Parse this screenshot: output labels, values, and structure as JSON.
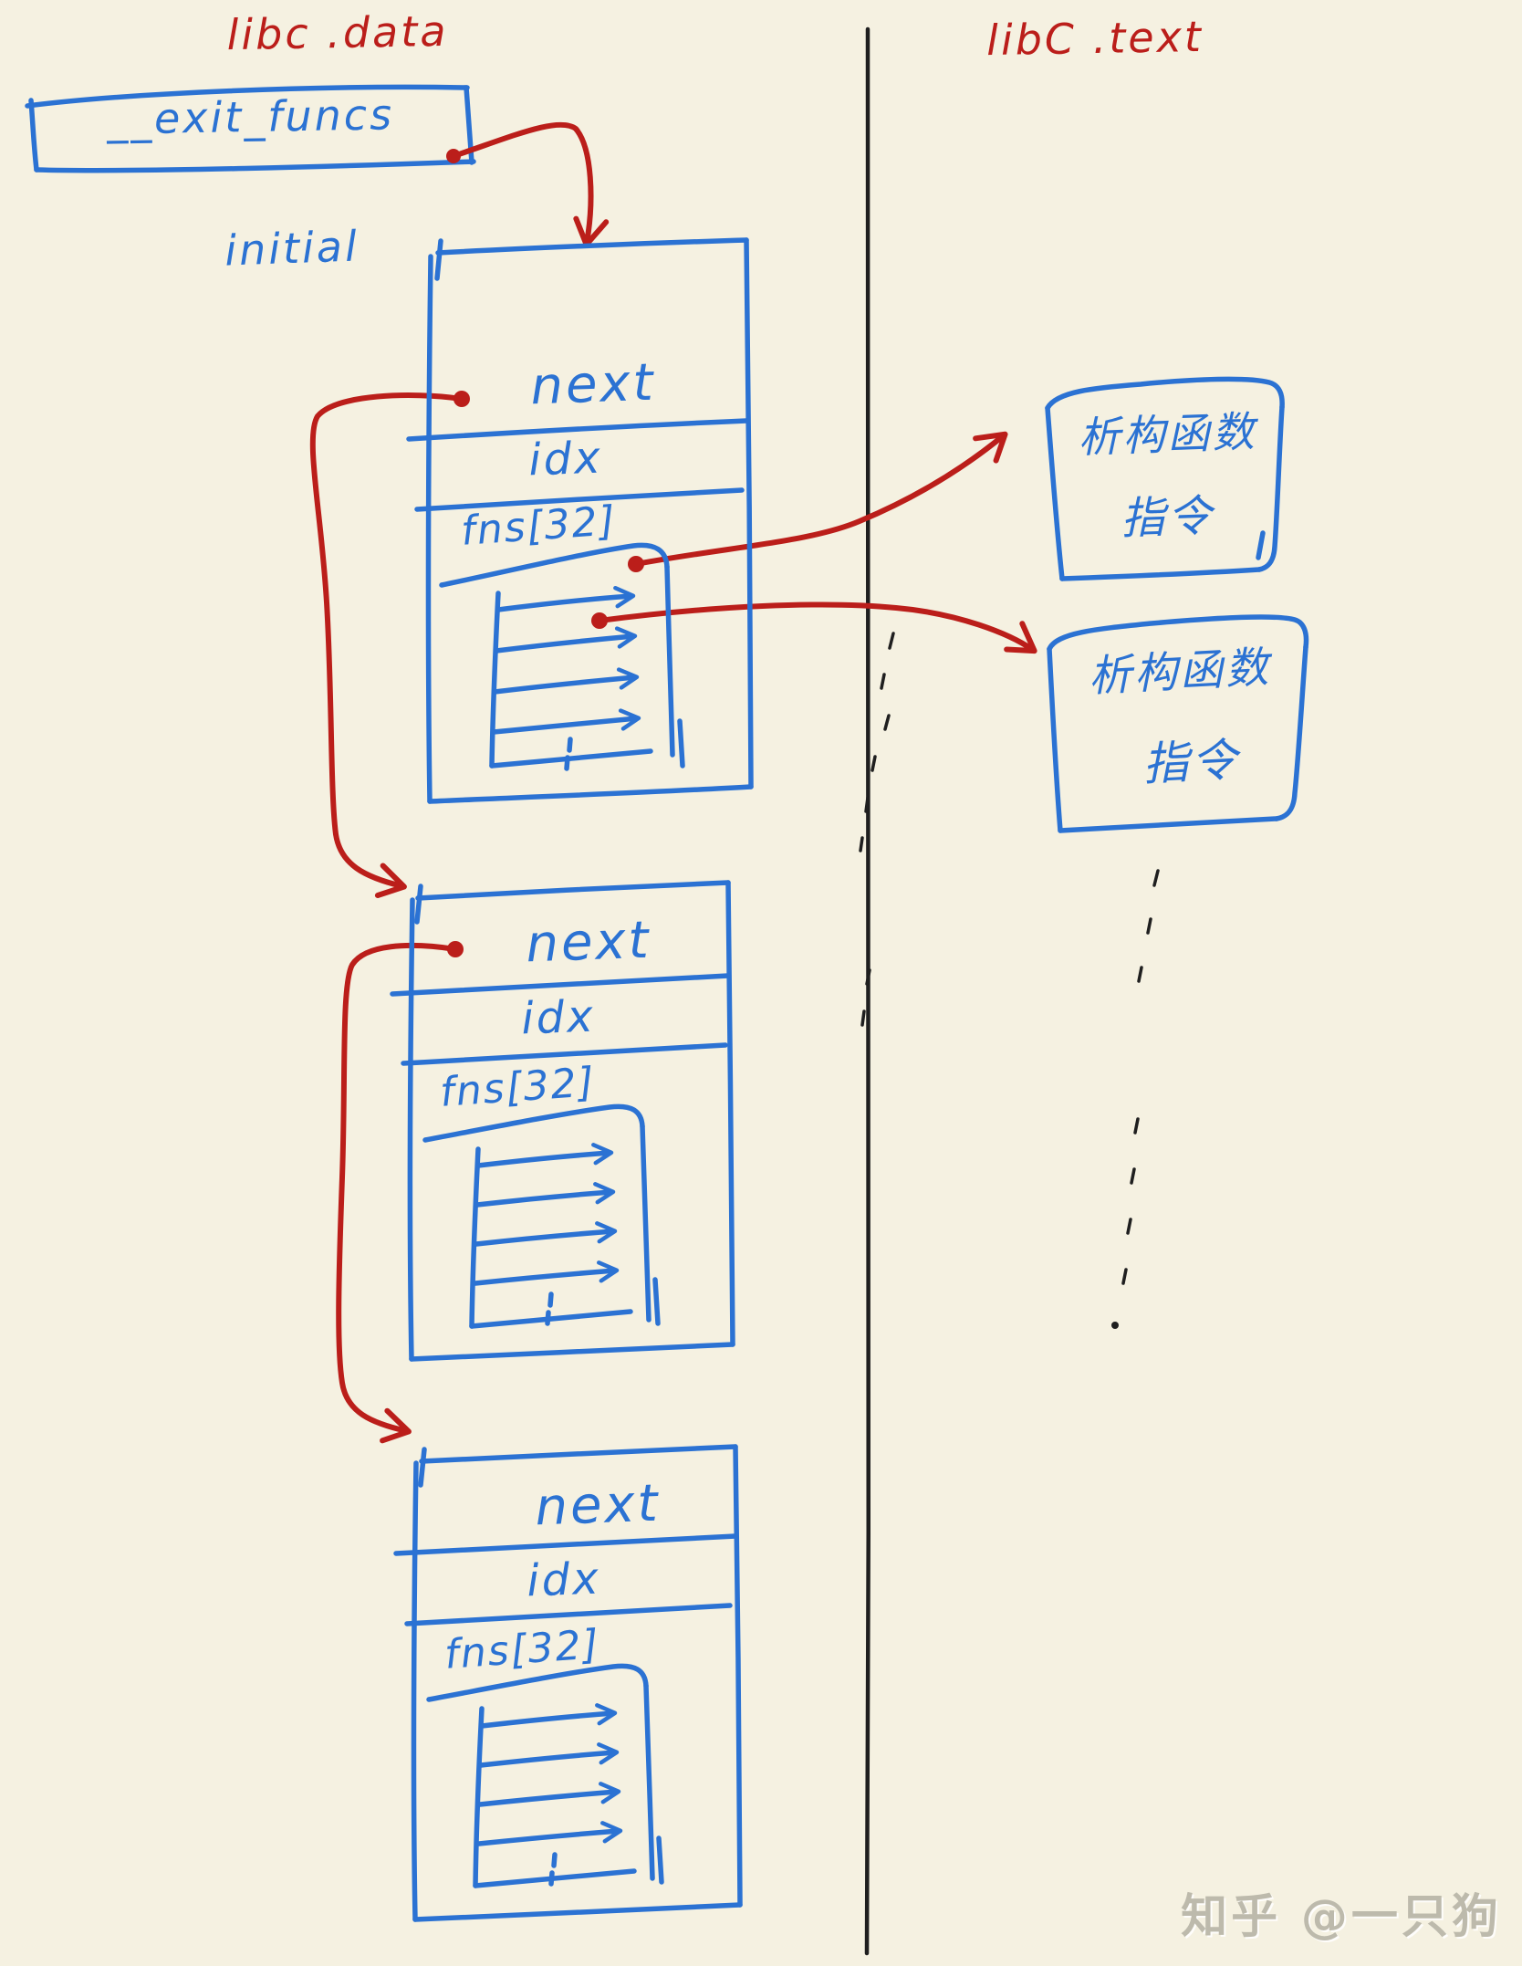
{
  "page": {
    "watermark": "知乎 @一只狗"
  },
  "headers": {
    "left": "libc .data",
    "right": "libC .text"
  },
  "labels": {
    "exit_funcs": "__exit_funcs",
    "initial": "initial"
  },
  "nodes": [
    {
      "next": "next",
      "idx": "idx",
      "fns": "fns[32]"
    },
    {
      "next": "next",
      "idx": "idx",
      "fns": "fns[32]"
    },
    {
      "next": "next",
      "idx": "idx",
      "fns": "fns[32]"
    }
  ],
  "callouts": [
    {
      "line1": "析构函数",
      "line2": "指令"
    },
    {
      "line1": "析构函数",
      "line2": "指令"
    }
  ],
  "colors": {
    "blue": "#2b72d3",
    "red": "#bb1e1a",
    "ink": "#1f1f1f",
    "paper": "#f5f1e1",
    "watermark": "#bdbaac"
  }
}
